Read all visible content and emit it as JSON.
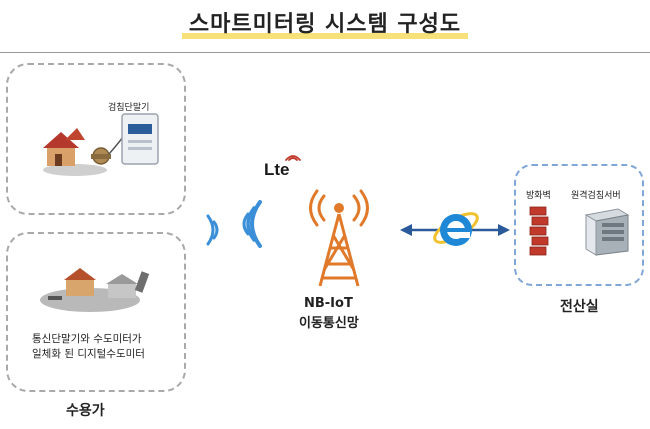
{
  "title": "스마트미터링 시스템 구성도",
  "customer_box": {
    "meter_device_label": "검침단말기",
    "integrated_caption_line1": "통신단말기와 수도미터가",
    "integrated_caption_line2": "일체화 된 디지털수도미터",
    "footer_label": "수용가"
  },
  "network": {
    "lte_logo_text": "Lte",
    "tower_label_line1": "NB-IoT",
    "tower_label_line2": "이동통신망"
  },
  "server_room": {
    "firewall_label": "방화벽",
    "server_label": "원격검침서버",
    "footer_label": "전산실"
  },
  "colors": {
    "tower": "#e07a2a",
    "wifi": "#3a8fd8",
    "arrow": "#2a5a9a",
    "ie": "#1e88d6",
    "firewall": "#c0392b",
    "underline": "#f7e27a"
  },
  "icons": [
    "meter-device-icon",
    "house-meter-icon",
    "digital-meter-icon",
    "wifi-signal-icon",
    "lte-logo-icon",
    "cell-tower-icon",
    "internet-explorer-icon",
    "firewall-icon",
    "server-icon",
    "double-arrow-icon"
  ]
}
